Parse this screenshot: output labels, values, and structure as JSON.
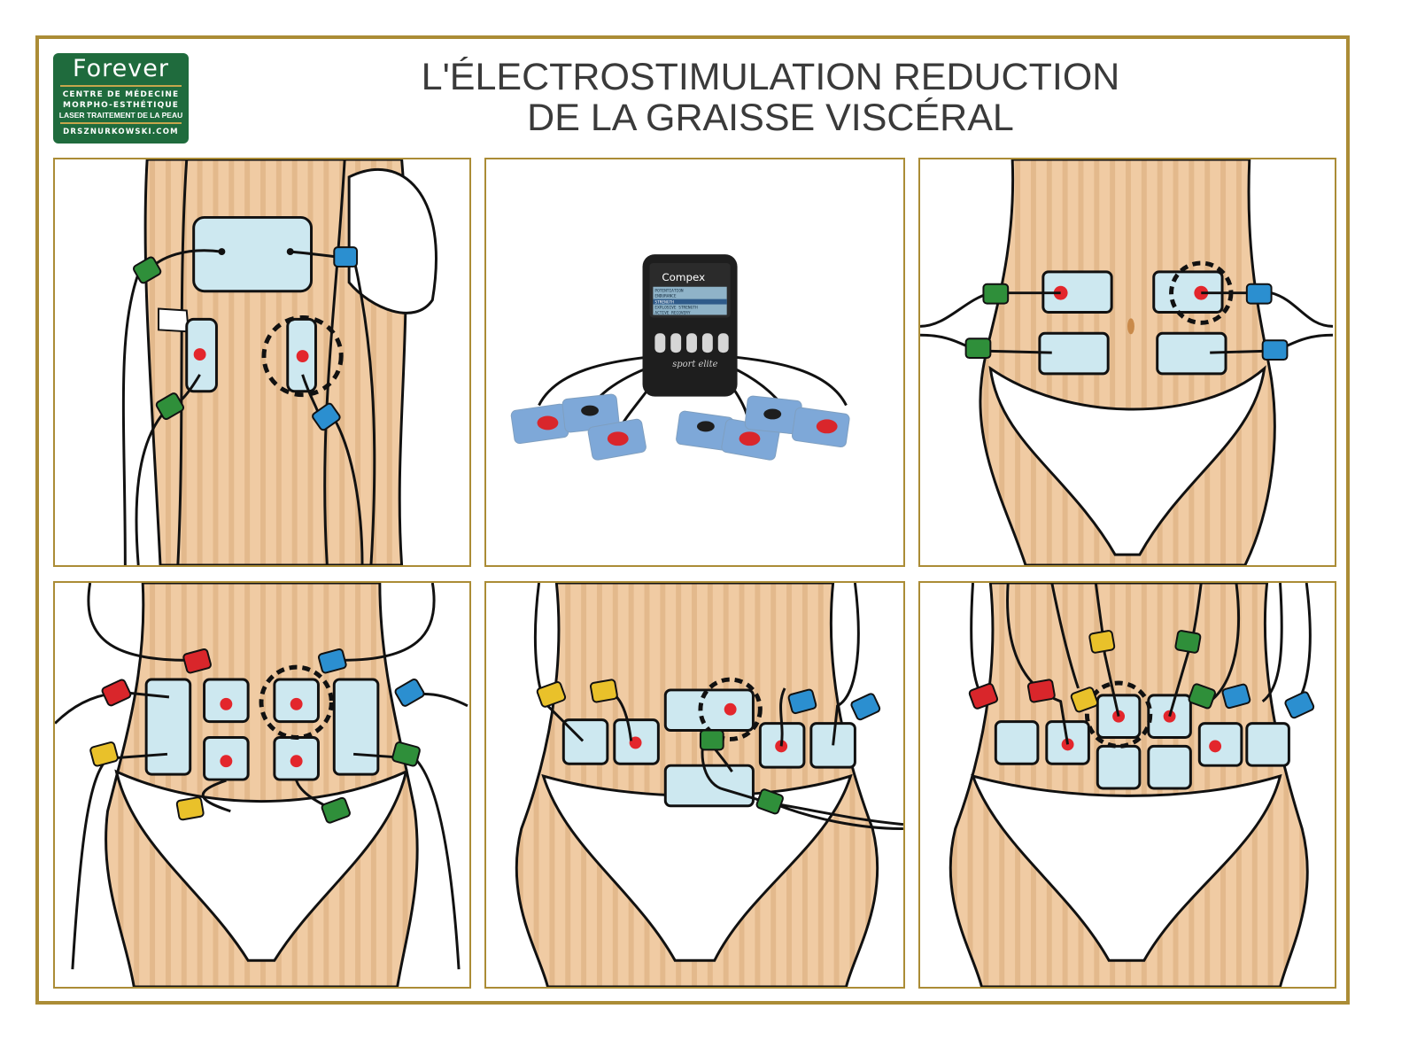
{
  "logo": {
    "brand": "Forever",
    "line1": "CENTRE DE MÉDECINE",
    "line2": "MORPHO-ESTHÉTIQUE",
    "line3": "LASER TRAITEMENT DE LA PEAU",
    "url": "DRSZNURKOWSKI.COM"
  },
  "title": {
    "line1": "L'ÉLECTROSTIMULATION REDUCTION",
    "line2": "DE LA GRAISSE VISCÉRAL"
  },
  "device": {
    "brand": "Compex",
    "model": "sport elite",
    "menu": [
      "POTENTIATION",
      "ENDURANCE",
      "STRENGTH",
      "EXPLOSIVE STRENGTH",
      "ACTIVE RECOVERY"
    ]
  },
  "colors": {
    "frame": "#ab8c36",
    "skin": "#f0cba3",
    "skin_stripe": "#e3b98c",
    "pad": "#cde8f0",
    "electrode_dot": "#e3262c",
    "clip_red": "#d9262b",
    "clip_green": "#2f8f3a",
    "clip_blue": "#2b8fd0",
    "clip_yellow": "#e9c12a",
    "logo_bg": "#1f6b3d"
  }
}
